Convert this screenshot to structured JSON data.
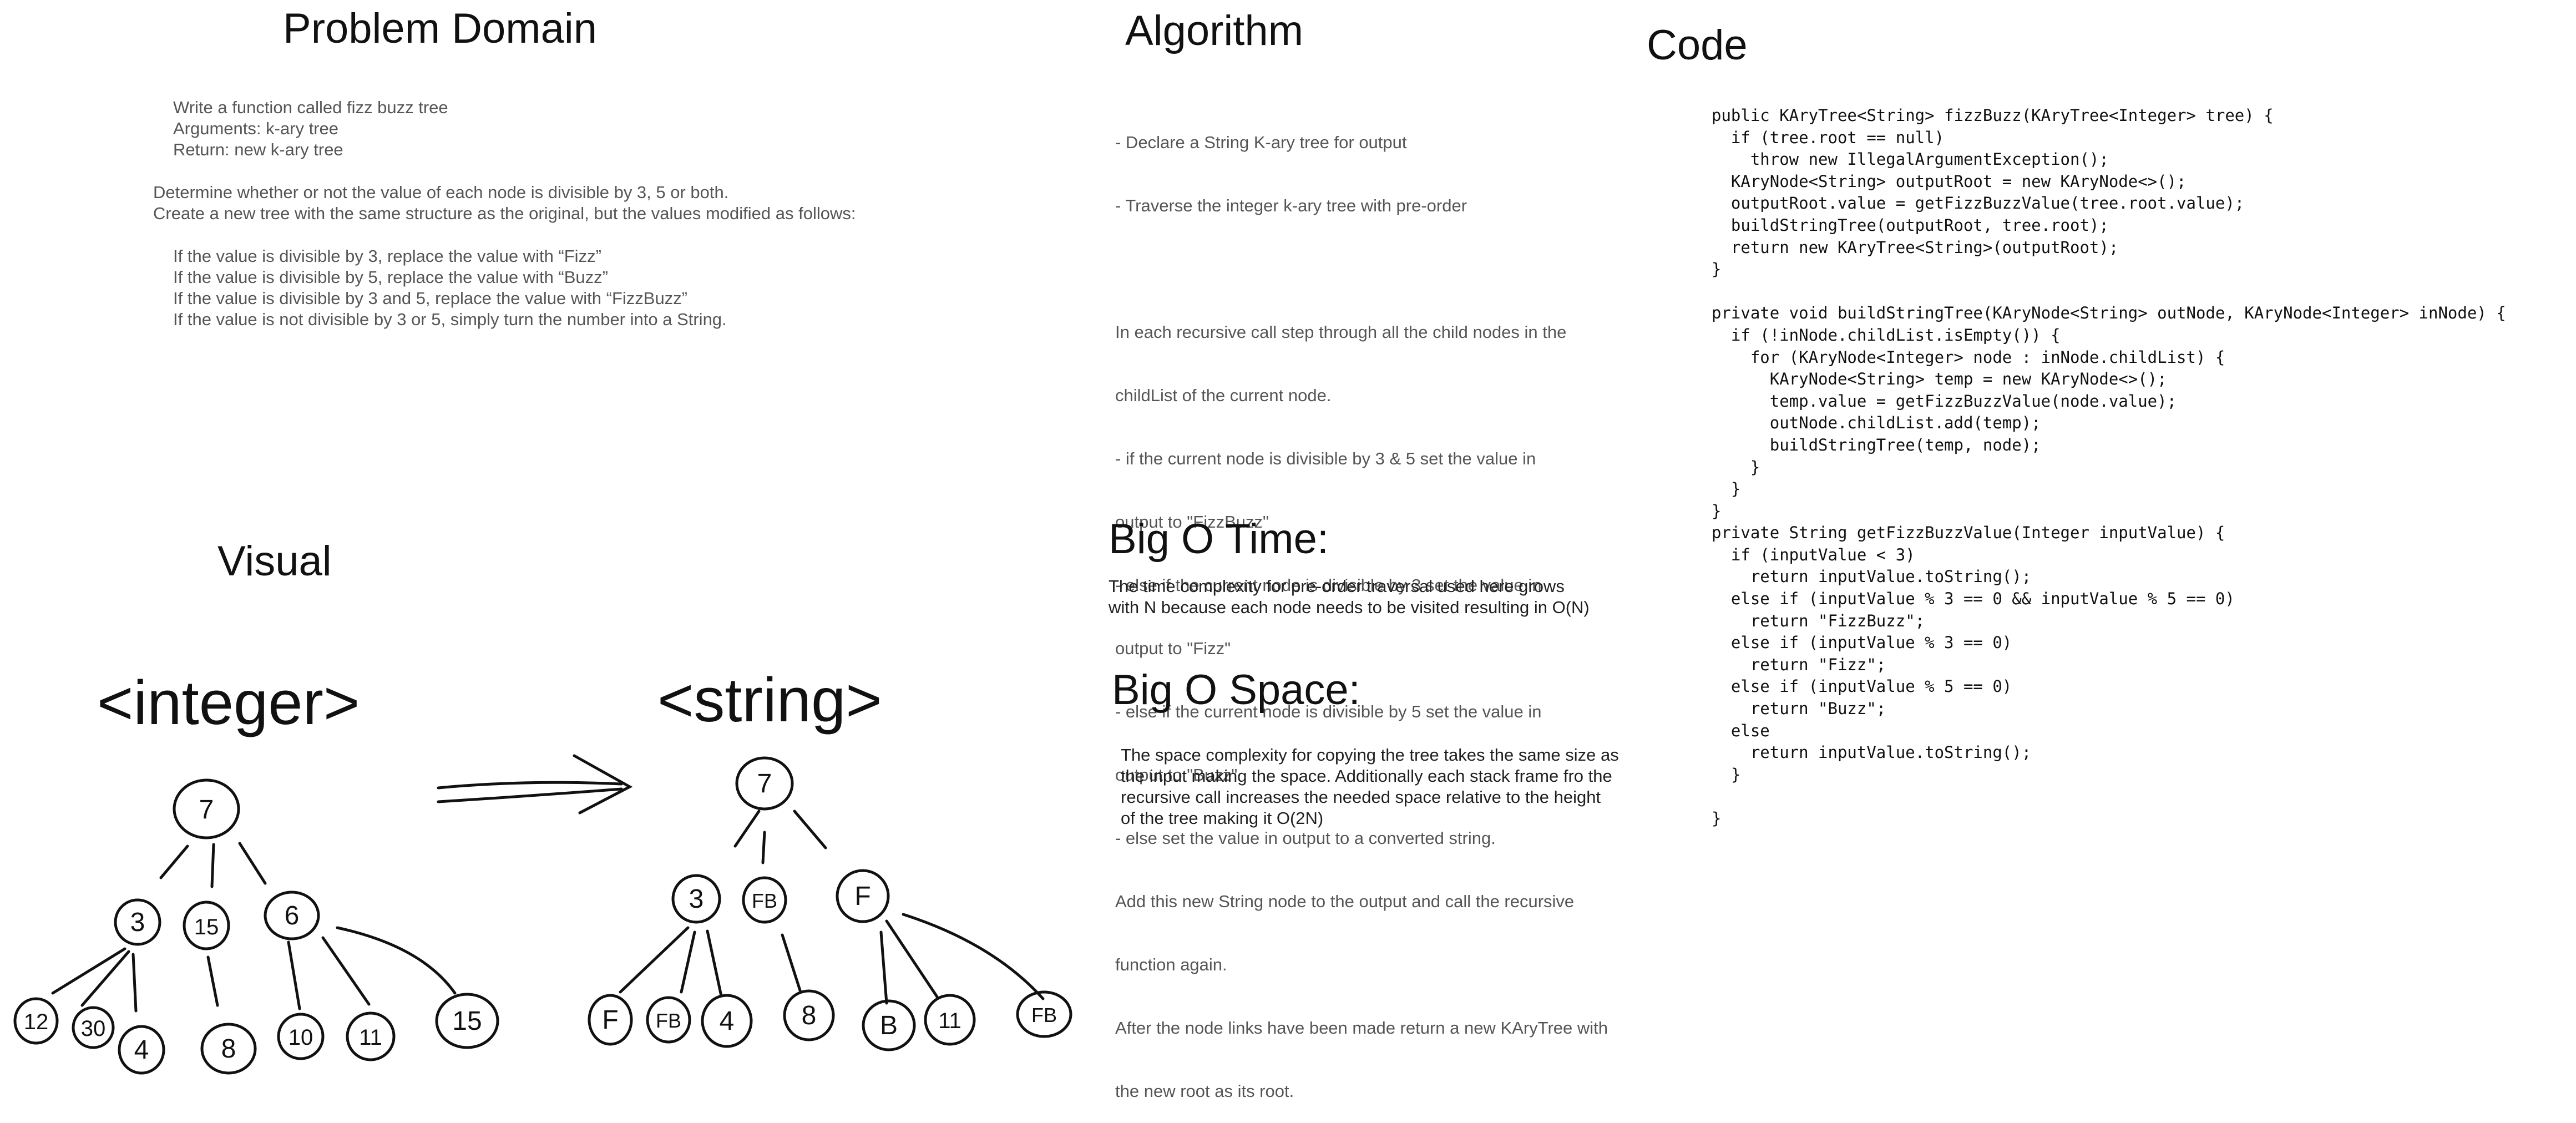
{
  "problem_domain": {
    "heading": "Problem Domain",
    "intro": [
      "Write a function called fizz buzz tree",
      "Arguments: k-ary tree",
      "Return: new k-ary tree"
    ],
    "description": [
      "Determine whether or not the value of each node is divisible by 3, 5 or both.",
      "Create a new tree with the same structure as the original, but the values modified as follows:"
    ],
    "rules": [
      "If the value is divisible by 3, replace the value with “Fizz”",
      "If the value is divisible by 5, replace the value with “Buzz”",
      "If the value is divisible by 3 and 5, replace the value with “FizzBuzz”",
      "If the value is not divisible by 3 or 5, simply turn the number into a String."
    ]
  },
  "algorithm": {
    "heading": "Algorithm",
    "lines": [
      "- Declare a String K-ary tree for output",
      "- Traverse the integer k-ary tree with pre-order",
      "",
      "In each recursive call step through all the child nodes in the",
      "childList of the current node.",
      "   - if the current node is divisible by 3 & 5 set the value in",
      "      output to \"FizzBuzz\"",
      "   - else if the current node is divisible by 3 set the value in",
      "      output to \"Fizz\"",
      "   - else if the current node is divisible by 5 set the value in",
      "      output to \"Buzz\"",
      "   - else set the value in output to a converted string.",
      "Add this new String node to the output and call the recursive",
      "function again.",
      "After the node links have been made return a new KAryTree with",
      "the new root as its root."
    ]
  },
  "big_o_time": {
    "heading": "Big O Time:",
    "lines": [
      "The time complexity for pre-order traversal used here grows",
      "with N because each node needs to be visited resulting in O(N)"
    ]
  },
  "big_o_space": {
    "heading": "Big O Space:",
    "lines": [
      "The space complexity for copying the tree takes the same size as",
      "the input making the space. Additionally each stack frame fro the",
      "recursive call increases the needed space relative to the height",
      "of the tree making it O(2N)"
    ]
  },
  "code": {
    "heading": "Code",
    "lines": [
      "public KAryTree<String> fizzBuzz(KAryTree<Integer> tree) {",
      "  if (tree.root == null)",
      "    throw new IllegalArgumentException();",
      "  KAryNode<String> outputRoot = new KAryNode<>();",
      "  outputRoot.value = getFizzBuzzValue(tree.root.value);",
      "  buildStringTree(outputRoot, tree.root);",
      "  return new KAryTree<String>(outputRoot);",
      "}",
      "",
      "private void buildStringTree(KAryNode<String> outNode, KAryNode<Integer> inNode) {",
      "  if (!inNode.childList.isEmpty()) {",
      "    for (KAryNode<Integer> node : inNode.childList) {",
      "      KAryNode<String> temp = new KAryNode<>();",
      "      temp.value = getFizzBuzzValue(node.value);",
      "      outNode.childList.add(temp);",
      "      buildStringTree(temp, node);",
      "    }",
      "  }",
      "}",
      "private String getFizzBuzzValue(Integer inputValue) {",
      "  if (inputValue < 3)",
      "    return inputValue.toString();",
      "  else if (inputValue % 3 == 0 && inputValue % 5 == 0)",
      "    return \"FizzBuzz\";",
      "  else if (inputValue % 3 == 0)",
      "    return \"Fizz\";",
      "  else if (inputValue % 5 == 0)",
      "    return \"Buzz\";",
      "  else",
      "    return inputValue.toString();",
      "  }",
      "",
      "}"
    ]
  },
  "visual": {
    "heading": "Visual",
    "integer_label": "<integer>",
    "string_label": "<string>",
    "integer_tree": {
      "root": "7",
      "level1": [
        "3",
        "15",
        "6"
      ],
      "level2": [
        "12",
        "30",
        "4",
        "8",
        "10",
        "11",
        "15"
      ]
    },
    "string_tree": {
      "root": "7",
      "level1": [
        "3",
        "FB",
        "F"
      ],
      "level2": [
        "F",
        "FB",
        "4",
        "8",
        "B",
        "11",
        "FB"
      ]
    }
  }
}
